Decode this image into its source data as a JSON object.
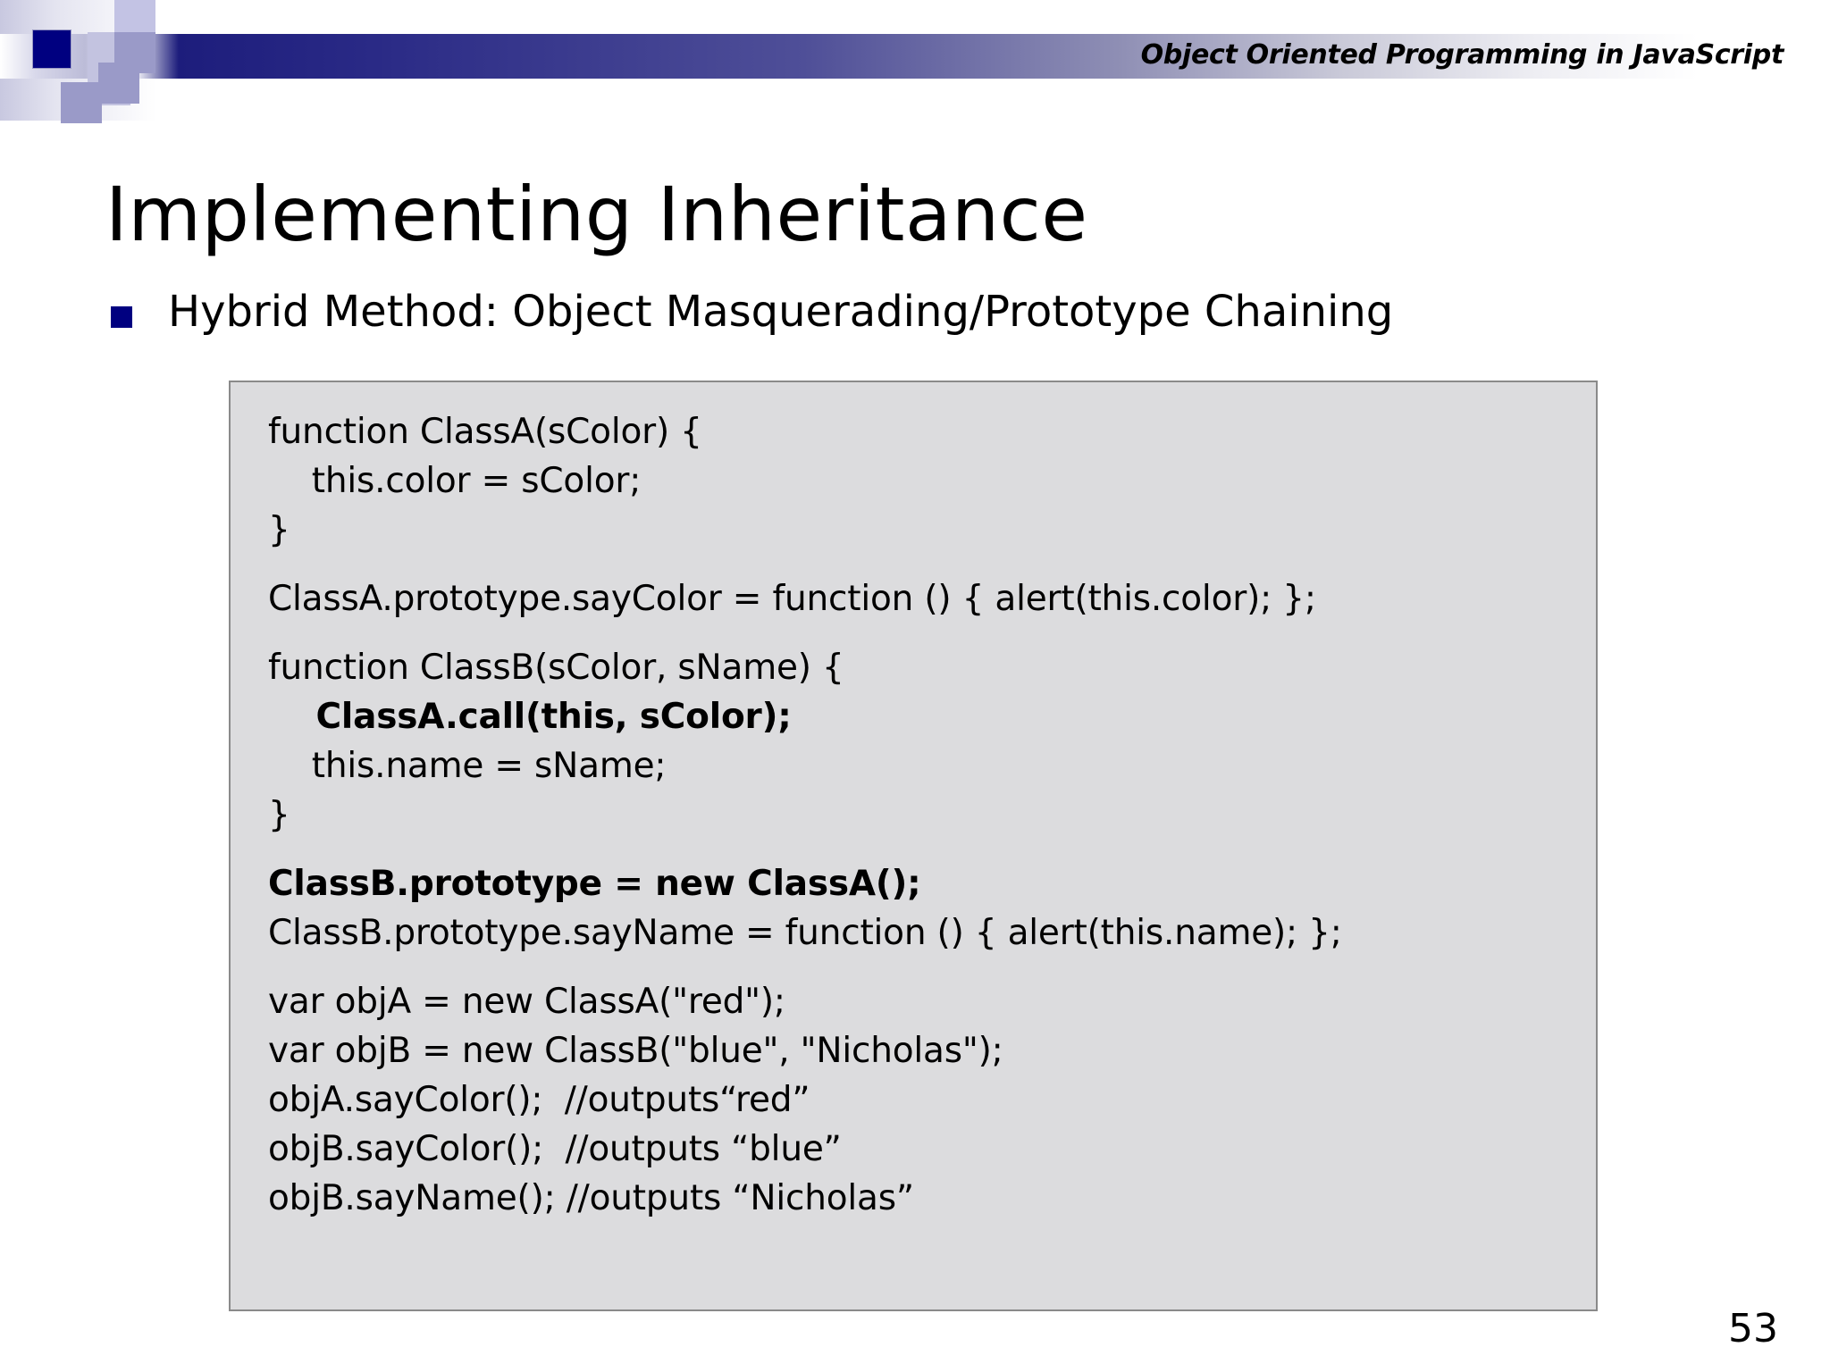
{
  "header": {
    "title": "Object Oriented Programming in JavaScript",
    "accent_navy": "#000080",
    "accent_lavender": "#9a9ac8",
    "band_gradient_start": "#1d1d7c",
    "band_gradient_end": "#ffffff"
  },
  "slide": {
    "title": "Implementing Inheritance",
    "page_number": "53"
  },
  "bullet": {
    "marker": "square-bullet-icon",
    "text": "Hybrid Method: Object Masquerading/Prototype Chaining"
  },
  "code_box": {
    "background": "#dcdcde",
    "border_color": "#8a8a8a",
    "groups": [
      {
        "lines": [
          {
            "text": "function ClassA(sColor) {",
            "bold": false
          },
          {
            "text": "    this.color = sColor;",
            "bold": false
          },
          {
            "text": "}",
            "bold": false
          }
        ]
      },
      {
        "lines": [
          {
            "text": "ClassA.prototype.sayColor = function () { alert(this.color); };",
            "bold": false
          }
        ]
      },
      {
        "lines": [
          {
            "text": "function ClassB(sColor, sName) {",
            "bold": false
          },
          {
            "text": "    ClassA.call(this, sColor);",
            "bold": true
          },
          {
            "text": "    this.name = sName;",
            "bold": false
          },
          {
            "text": "}",
            "bold": false
          }
        ]
      },
      {
        "lines": [
          {
            "text": "ClassB.prototype = new ClassA();",
            "bold": true
          },
          {
            "text": "ClassB.prototype.sayName = function () { alert(this.name); };",
            "bold": false
          }
        ]
      },
      {
        "lines": [
          {
            "text": "var objA = new ClassA(\"red\");",
            "bold": false
          },
          {
            "text": "var objB = new ClassB(\"blue\", \"Nicholas\");",
            "bold": false
          },
          {
            "text": "objA.sayColor();  //outputs“red”",
            "bold": false
          },
          {
            "text": "objB.sayColor();  //outputs “blue”",
            "bold": false
          },
          {
            "text": "objB.sayName(); //outputs “Nicholas”",
            "bold": false
          }
        ]
      }
    ]
  }
}
